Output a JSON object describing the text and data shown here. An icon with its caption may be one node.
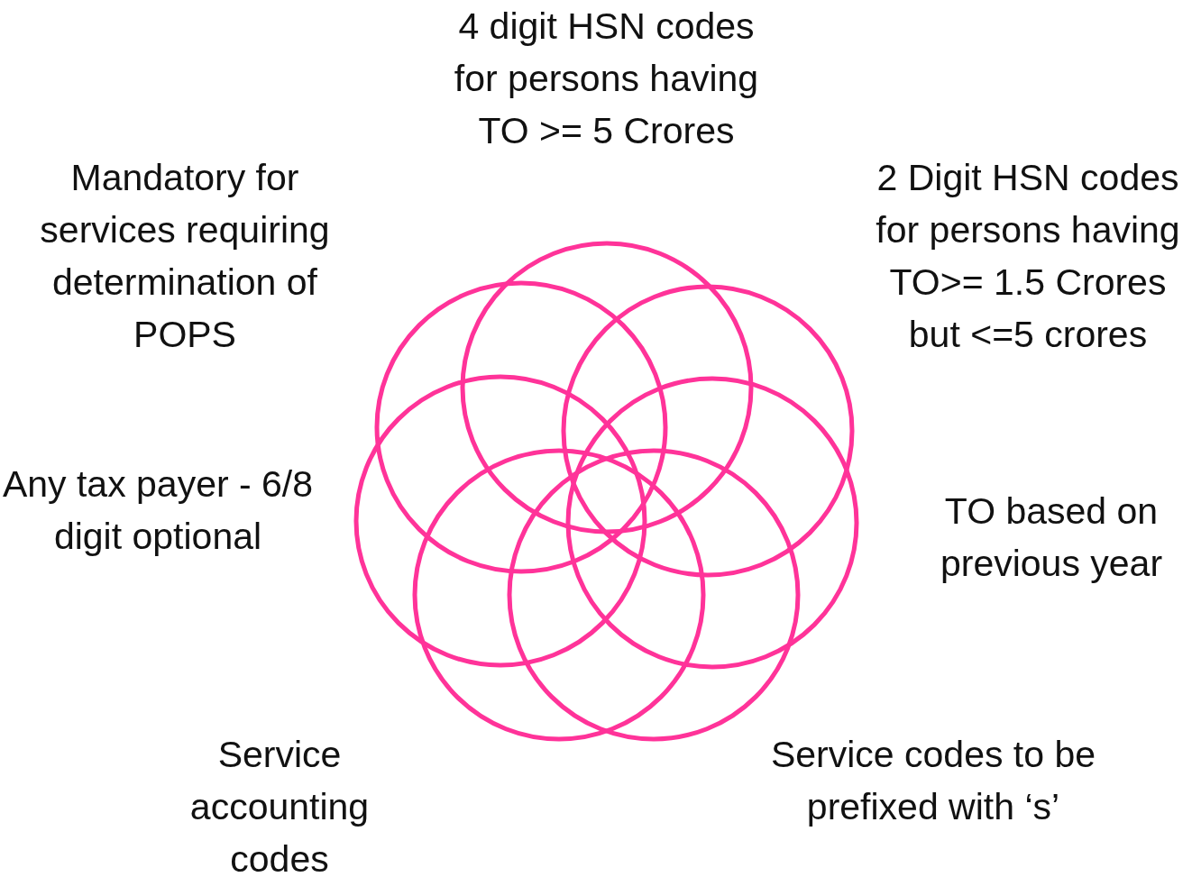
{
  "diagram": {
    "labels": [
      "4 digit HSN codes for persons having TO >= 5 Crores",
      "Mandatory for services requiring determination of POPS",
      "2 Digit HSN codes for persons having TO>= 1.5 Crores but <=5 crores",
      "Any tax payer - 6/8 digit optional",
      "TO based on previous year",
      "Service accounting codes",
      "Service codes to be prefixed with ‘s’"
    ]
  }
}
